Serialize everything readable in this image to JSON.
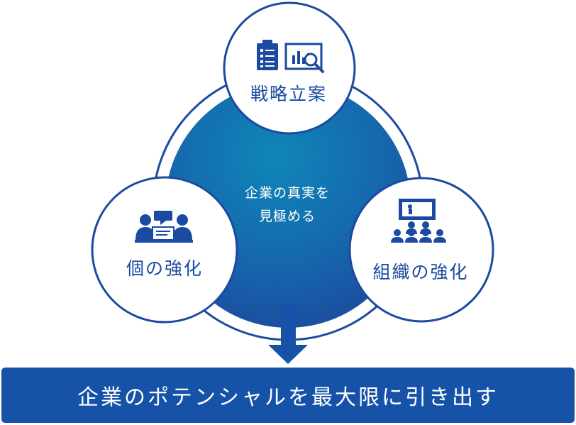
{
  "center": {
    "line1": "企業の真実を",
    "line2": "見極める"
  },
  "nodes": {
    "top": {
      "label": "戦略立案",
      "icons": [
        "checklist-icon",
        "chart-magnifier-icon"
      ]
    },
    "left": {
      "label": "個の強化",
      "icons": [
        "one-on-one-meeting-icon"
      ]
    },
    "right": {
      "label": "組織の強化",
      "icons": [
        "group-presentation-icon"
      ]
    }
  },
  "banner": {
    "text": "企業のポテンシャルを最大限に引き出す"
  },
  "colors": {
    "primary": "#1653a8",
    "center_light": "#0e7fb5",
    "center_dark": "#1b4aa0",
    "ring": "#1b4aa0"
  }
}
